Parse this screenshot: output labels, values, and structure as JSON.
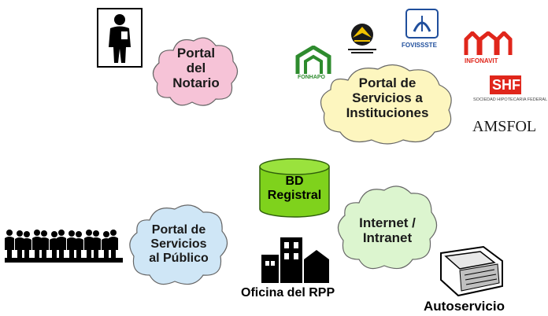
{
  "portals": {
    "notario": {
      "line1": "Portal",
      "line2": "del",
      "line3": "Notario",
      "fill": "#f6c3d7"
    },
    "instituciones": {
      "line1": "Portal de",
      "line2": "Servicios a",
      "line3": "Instituciones",
      "fill": "#fdf6bf"
    },
    "publico": {
      "line1": "Portal de",
      "line2": "Servicios",
      "line3": "al Público",
      "fill": "#cfe6f6"
    },
    "internet": {
      "line1": "Internet /",
      "line2": "Intranet",
      "fill": "#dcf5cf"
    }
  },
  "database": {
    "line1": "BD",
    "line2": "Registral",
    "fill": "#7fd21c"
  },
  "captions": {
    "oficina": "Oficina del RPP",
    "autoservicio": "Autoservicio"
  },
  "institutions": {
    "fonhapo": "FONHAPO",
    "fovissste": "FOVISSSTE",
    "infonavit": "INFONAVIT",
    "shf": "SHF",
    "shf_full": "SOCIEDAD HIPOTECARIA FEDERAL",
    "amsfol": "AMSFOL"
  },
  "colors": {
    "infonavit_red": "#e0261b",
    "fonhapo_green": "#2e8b2e",
    "fovissste_blue": "#1f4e9c"
  }
}
